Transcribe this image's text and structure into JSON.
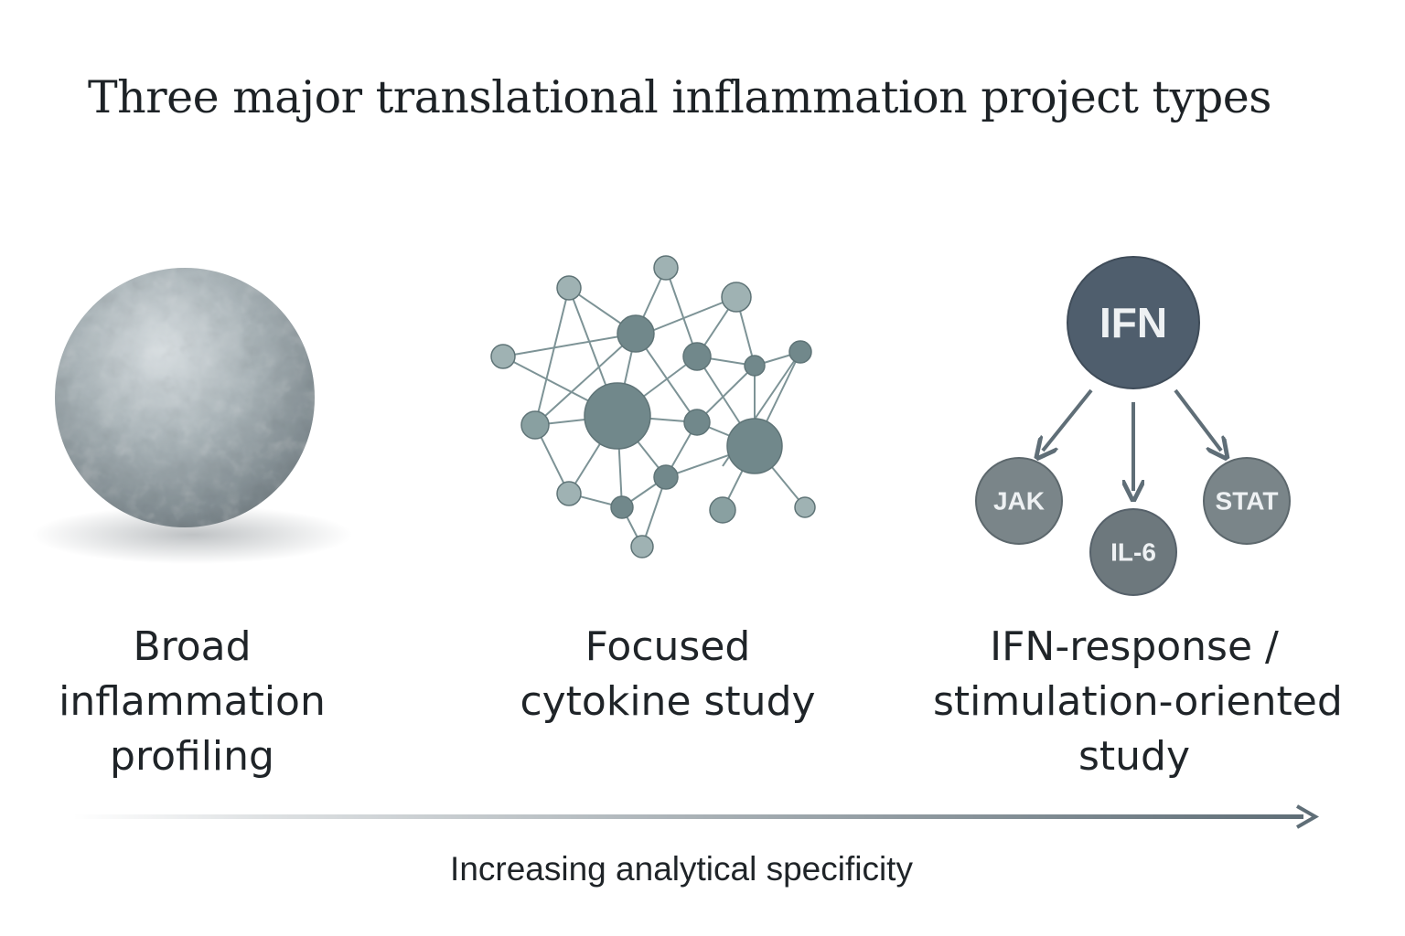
{
  "title": "Three major translational inflammation project types",
  "panels": [
    {
      "label_lines": [
        "Broad",
        "inflammation",
        "profiling"
      ],
      "icon": "textured-sphere-icon"
    },
    {
      "label_lines": [
        "Focused",
        "cytokine study"
      ],
      "icon": "network-graph-icon"
    },
    {
      "label_lines": [
        "IFN-response /",
        "stimulation-oriented",
        "study"
      ],
      "icon": "pathway-tree-icon",
      "root_node": "IFN",
      "child_nodes": [
        "JAK",
        "IL-6",
        "STAT"
      ]
    }
  ],
  "axis": {
    "caption": "Increasing analytical specificity",
    "direction": "left-to-right"
  },
  "colors": {
    "sphere": "#9ea9ae",
    "network_node": "#71888b",
    "network_node_light": "#9fb2b3",
    "network_edge": "#7d9396",
    "root_node": "#4f5e6d",
    "child_node": "#7a8589",
    "arrow": "#5f6e77"
  }
}
